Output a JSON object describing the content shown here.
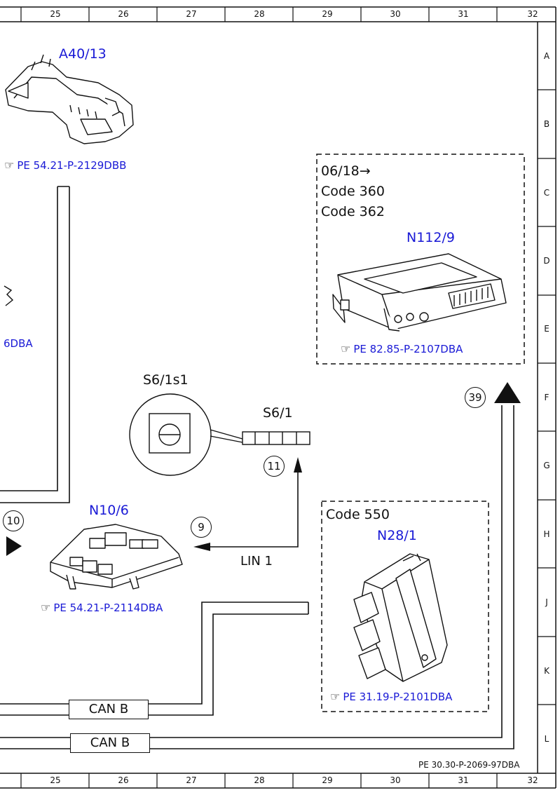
{
  "ruler": {
    "columns": [
      "25",
      "26",
      "27",
      "28",
      "29",
      "30",
      "31",
      "32"
    ],
    "rows": [
      "A",
      "B",
      "C",
      "D",
      "E",
      "F",
      "G",
      "H",
      "J",
      "K",
      "L"
    ]
  },
  "components": {
    "a40": {
      "label": "A40/13",
      "ref": "PE 54.21-P-2129DBB"
    },
    "partial_ref": "6DBA",
    "n112": {
      "notes": [
        "06/18→",
        "Code 360",
        "Code 362"
      ],
      "label": "N112/9",
      "ref": "PE 82.85-P-2107DBA"
    },
    "s6_1s1": {
      "label": "S6/1s1"
    },
    "s6_1": {
      "label": "S6/1"
    },
    "n10": {
      "label": "N10/6",
      "ref": "PE 54.21-P-2114DBA"
    },
    "n28": {
      "notes": [
        "Code 550"
      ],
      "label": "N28/1",
      "ref": "PE 31.19-P-2101DBA"
    }
  },
  "connectors": {
    "c10": "10",
    "c9": "9",
    "c11": "11",
    "c39": "39"
  },
  "buses": {
    "lin": "LIN 1",
    "can_upper": "CAN B",
    "can_lower": "CAN B"
  },
  "footer": {
    "doc_id": "PE 30.30-P-2069-97DBA"
  },
  "icons": {
    "hand": "pointing-hand-icon"
  },
  "colors": {
    "reference_blue": "#1a1ad6",
    "line": "#111111"
  }
}
